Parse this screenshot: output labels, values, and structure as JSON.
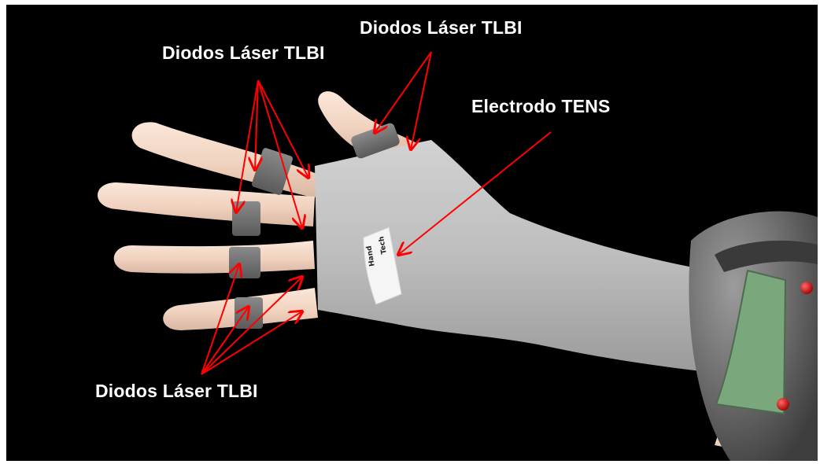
{
  "labels": {
    "top_left": "Diodos Láser TLBI",
    "top_right": "Diodos Láser TLBI",
    "electrode": "Electrodo TENS",
    "bottom": "Diodos Láser TLBI"
  },
  "logo": {
    "line1": "Hand",
    "line2": "Tech"
  },
  "colors": {
    "background": "#000000",
    "page": "#ffffff",
    "label_text": "#ffffff",
    "arrow": "#ff0000",
    "skin": "#f2d6c4",
    "glove": "#b4b4b4",
    "band": "#707070",
    "bracelet": "#6b6b6b",
    "screen": "#7aa77c",
    "button": "#d40000"
  }
}
